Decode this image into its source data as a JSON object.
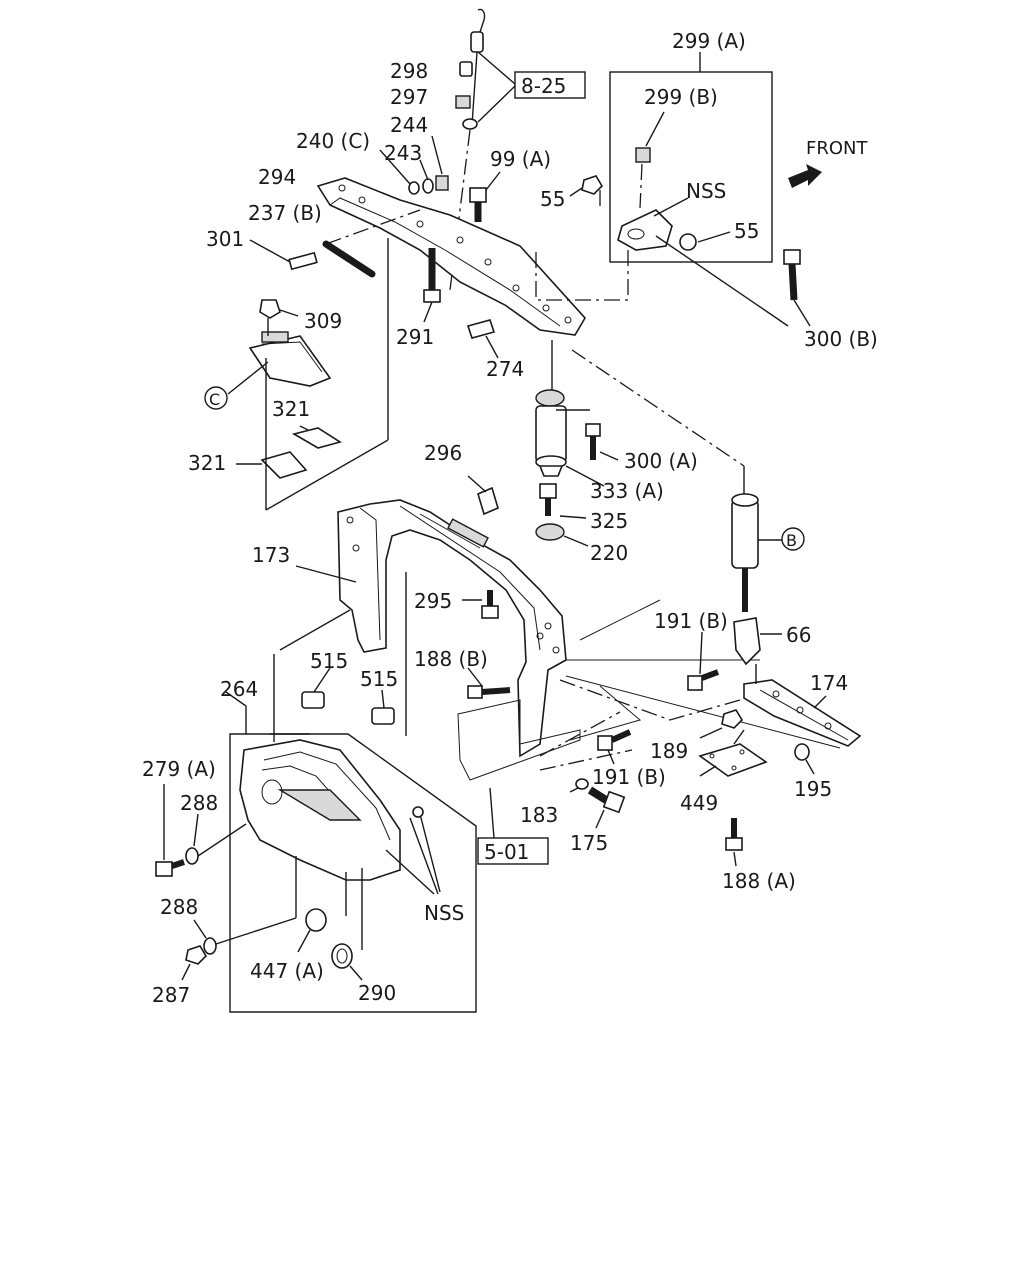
{
  "front_label": "FRONT",
  "ref_boxes": [
    "8-25",
    "5-01"
  ],
  "labels": {
    "l298": "298",
    "l297": "297",
    "l244": "244",
    "l243": "243",
    "l240c": "240 (C)",
    "l294": "294",
    "l237b": "237 (B)",
    "l301": "301",
    "l99a": "99 (A)",
    "l55a": "55",
    "l291": "291",
    "l274": "274",
    "l309": "309",
    "l321a": "321",
    "l321b": "321",
    "l299a": "299 (A)",
    "l299b": "299 (B)",
    "lnss1": "NSS",
    "l55b": "55",
    "l300b": "300 (B)",
    "l300a": "300 (A)",
    "l333a": "333 (A)",
    "l296": "296",
    "l325": "325",
    "l220": "220",
    "l173": "173",
    "l295": "295",
    "l515a": "515",
    "l515b": "515",
    "l188b": "188 (B)",
    "l191b1": "191 (B)",
    "l66": "66",
    "l174": "174",
    "l264": "264",
    "l279a": "279 (A)",
    "l288a": "288",
    "l189": "189",
    "l191b2": "191 (B)",
    "l183": "183",
    "l175": "175",
    "l449": "449",
    "l195": "195",
    "l188a": "188 (A)",
    "lnss2": "NSS",
    "l288b": "288",
    "l287": "287",
    "l447a": "447 (A)",
    "l290": "290"
  },
  "circled": {
    "c": "C",
    "b": "B"
  },
  "icons": [
    "front-arrow-icon"
  ]
}
